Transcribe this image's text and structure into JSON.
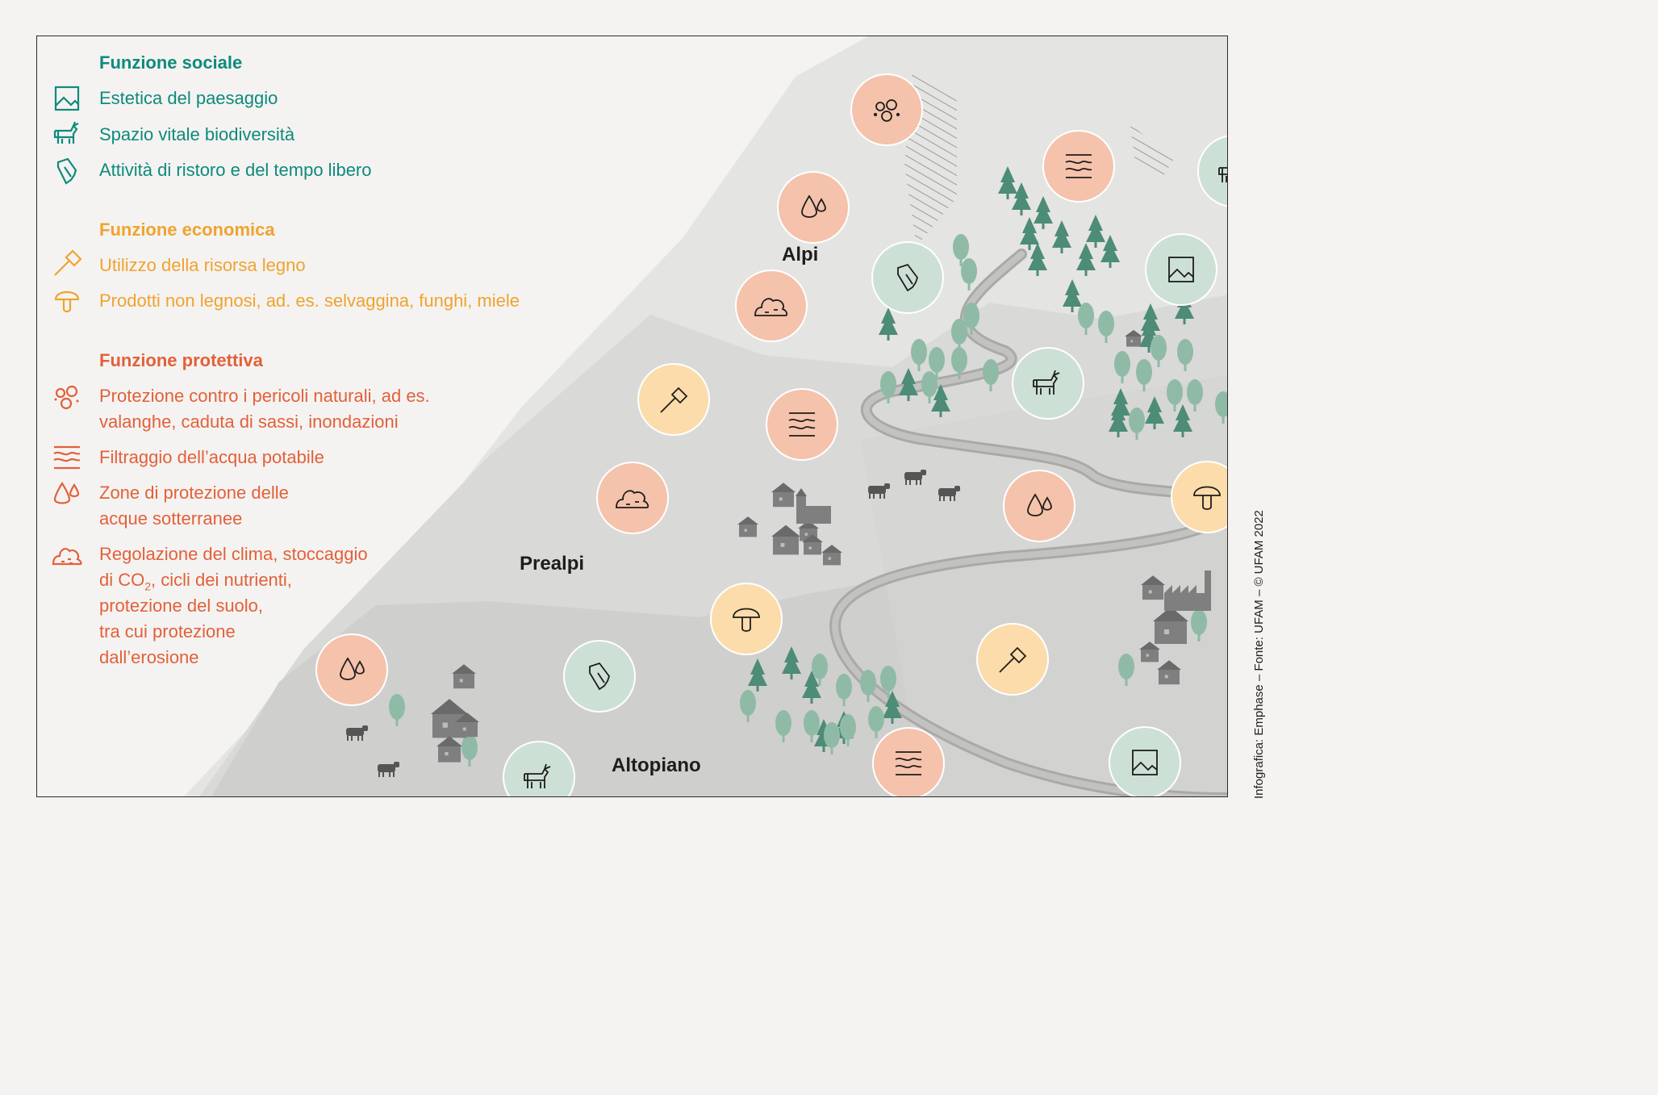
{
  "legend": {
    "social": {
      "title": "Funzione sociale",
      "items": [
        {
          "icon": "landscape-icon",
          "label": "Estetica del paesaggio"
        },
        {
          "icon": "deer-icon",
          "label": "Spazio vitale biodiversità"
        },
        {
          "icon": "leaf-icon",
          "label": "Attività di ristoro e del tempo libero"
        }
      ]
    },
    "economic": {
      "title": "Funzione economica",
      "items": [
        {
          "icon": "axe-icon",
          "label": "Utilizzo della risorsa legno"
        },
        {
          "icon": "mushroom-icon",
          "label": "Prodotti non legnosi, ad. es. selvaggina, funghi, miele"
        }
      ]
    },
    "protective": {
      "title": "Funzione protettiva",
      "items": [
        {
          "icon": "rocks-icon",
          "line1": "Protezione contro i pericoli naturali, ad es.",
          "line2": "valanghe, caduta di sassi, inondazioni"
        },
        {
          "icon": "water-waves-icon",
          "line1": "Filtraggio dell’acqua potabile"
        },
        {
          "icon": "water-drops-icon",
          "line1": "Zone di protezione delle",
          "line2": "acque sotterranee"
        },
        {
          "icon": "soil-icon",
          "line1": "Regolazione del clima, stoccaggio",
          "line2a": "di CO",
          "line2sub": "2",
          "line2b": ", cicli dei nutrienti,",
          "line3": "protezione del suolo,",
          "line4": "tra cui protezione",
          "line5": "dall’erosione"
        }
      ]
    }
  },
  "regions": {
    "alps": "Alpi",
    "prealps": "Prealpi",
    "plateau": "Altopiano"
  },
  "credit": "Infografica: Emphase – Fonte: UFAM – © UFAM 2022",
  "colors": {
    "teal": "#0e8a7d",
    "amber": "#f0a32e",
    "coral": "#e3603a",
    "circle_coral": "#f5c2ac",
    "circle_amber": "#fbdcaa",
    "circle_green": "#cde0d5",
    "tree": "#4d8c76",
    "tree_light": "#8fbba6",
    "house": "#7f7f7f"
  }
}
